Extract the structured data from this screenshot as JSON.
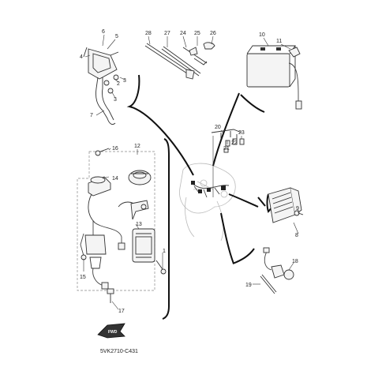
{
  "diagram_code": "5VK2710-C431",
  "arrow_label": "FWD",
  "callouts": [
    "1",
    "2",
    "3",
    "4",
    "5",
    "6",
    "7",
    "8",
    "9",
    "10",
    "11",
    "12",
    "13",
    "14",
    "15",
    "16",
    "17",
    "18",
    "19",
    "20",
    "21",
    "22",
    "23",
    "24",
    "25",
    "26",
    "27",
    "28"
  ]
}
